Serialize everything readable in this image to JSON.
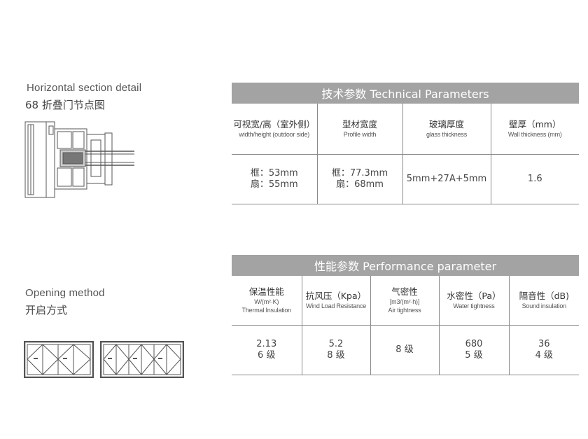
{
  "section_detail": {
    "title_en": "Horizontal section detail",
    "title_cn": "68 折叠门节点图"
  },
  "opening": {
    "title_en": "Opening method",
    "title_cn": "开启方式"
  },
  "technical": {
    "header": "技术参数 Technical Parameters",
    "columns": [
      {
        "cn": "可视宽/高（室外侧）",
        "en": "width/height (outdoor side)"
      },
      {
        "cn": "型材宽度",
        "en": "Profile width"
      },
      {
        "cn": "玻璃厚度",
        "en": "glass thickness"
      },
      {
        "cn": "壁厚（mm）",
        "en": "Wall thickness (mm)"
      }
    ],
    "values": [
      [
        "框：53mm",
        "扇：55mm"
      ],
      [
        "框：77.3mm",
        "扇：68mm"
      ],
      [
        "5mm+27A+5mm"
      ],
      [
        "1.6"
      ]
    ]
  },
  "performance": {
    "header": "性能参数 Performance parameter",
    "columns": [
      {
        "cn": "保温性能",
        "unit": "W/(m²·K)",
        "en": "Thermal Insulation"
      },
      {
        "cn": "抗风压（Kpa）",
        "unit": "",
        "en": "Wind Load Resistance"
      },
      {
        "cn": "气密性",
        "unit": "[m3/(m²·h)]",
        "en": "Air tightness"
      },
      {
        "cn": "水密性（Pa）",
        "unit": "",
        "en": "Water tightness"
      },
      {
        "cn": "隔音性（dB)",
        "unit": "",
        "en": "Sound insulation"
      }
    ],
    "values": [
      [
        "2.13",
        "6 级"
      ],
      [
        "5.2",
        "8 级"
      ],
      [
        "8 级"
      ],
      [
        "680",
        "5 级"
      ],
      [
        "36",
        "4 级"
      ]
    ]
  }
}
